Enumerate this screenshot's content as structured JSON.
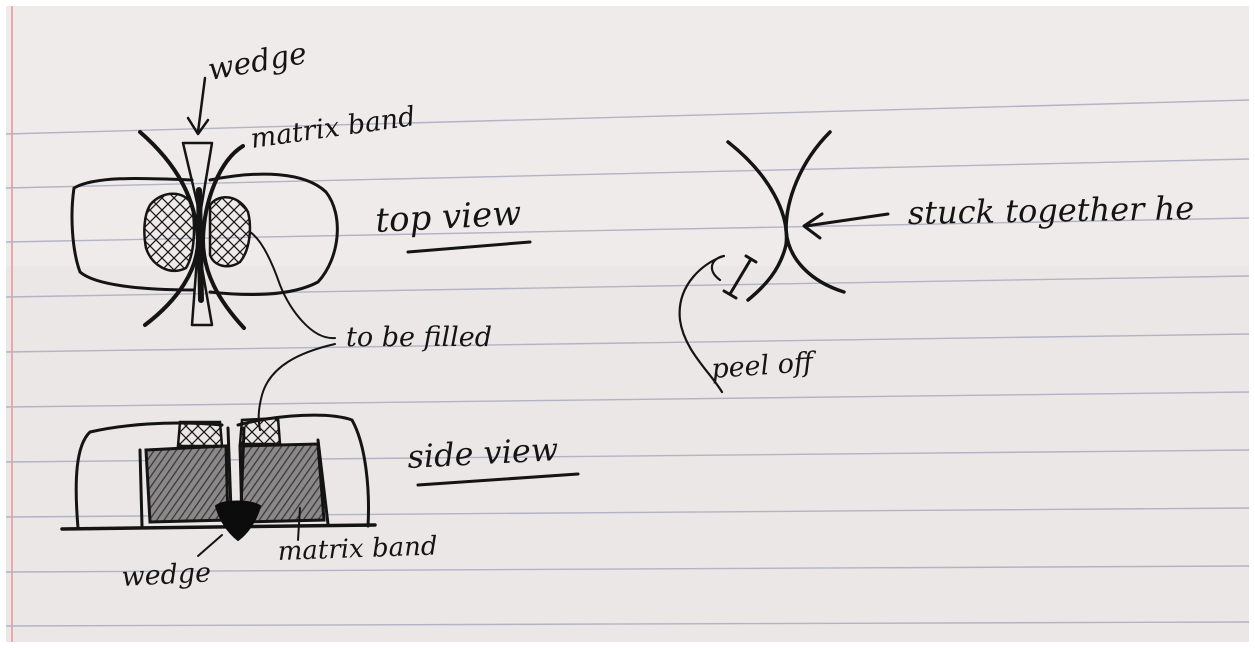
{
  "labels": {
    "wedge_top": "wedge",
    "matrix_band_top": "matrix band",
    "top_view": "top view",
    "to_be_filled": "to be filled",
    "side_view": "side view",
    "wedge_bottom": "wedge",
    "matrix_band_bottom": "matrix band",
    "stuck_together": "stuck together he",
    "peel_off": "peel off"
  },
  "colors": {
    "paper": "#ebe7e6",
    "rule_line": "#b2b3c4",
    "margin_line": "#e7a9a9",
    "ink": "#141414"
  }
}
